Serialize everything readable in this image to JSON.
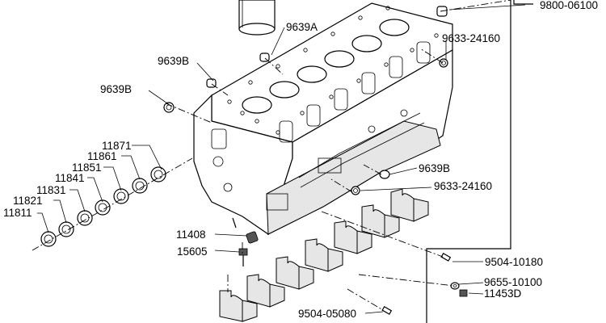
{
  "labels": {
    "p9800_06100": "9800-06100",
    "p9639A": "9639A",
    "p9639B_top": "9639B",
    "p9639B_left": "9639B",
    "p9633_24160_top": "9633-24160",
    "p11871": "11871",
    "p11861": "11861",
    "p11851": "11851",
    "p11841": "11841",
    "p11831": "11831",
    "p11821": "11821",
    "p11811": "11811",
    "p9639B_mid": "9639B",
    "p9633_24160_mid": "9633-24160",
    "p11408": "11408",
    "p15605": "15605",
    "p9504_10180": "9504-10180",
    "p9655_10100": "9655-10100",
    "p11453D": "11453D",
    "p9504_05080": "9504-05080"
  },
  "colors": {
    "ink": "#000000",
    "background": "#ffffff",
    "shade": "#e6e6e6"
  }
}
